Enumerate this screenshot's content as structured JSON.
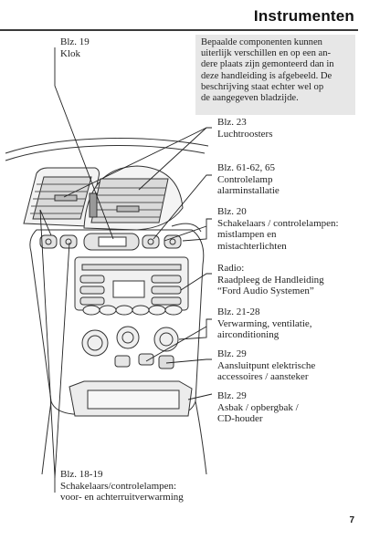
{
  "header": {
    "title": "Instrumenten"
  },
  "notice": {
    "lines": [
      "Bepaalde componenten kunnen",
      "uiterlijk verschillen en op een an-",
      "dere plaats zijn gemonteerd dan in",
      "deze handleiding is afgebeeld. De",
      "beschrijving staat echter wel op",
      "de aangegeven bladzijde."
    ]
  },
  "callouts": {
    "clock": {
      "page": "Blz. 19",
      "lines": [
        "Klok"
      ]
    },
    "vents": {
      "page": "Blz. 23",
      "lines": [
        "Luchtroosters"
      ]
    },
    "hazard": {
      "page": "Blz. 61-62, 65",
      "lines": [
        "Controlelamp",
        "alarminstallatie"
      ]
    },
    "fog": {
      "page": "Blz. 20",
      "lines": [
        "Schakelaars / controlelampen:",
        "mistlampen en",
        "mistachterlichten"
      ]
    },
    "radio": {
      "page": "Radio:",
      "lines": [
        "Raadpleeg de Handleiding",
        "“Ford Audio Systemen”"
      ]
    },
    "climate": {
      "page": "Blz. 21-28",
      "lines": [
        "Verwarming, ventilatie,",
        "airconditioning"
      ]
    },
    "socket": {
      "page": "Blz. 29",
      "lines": [
        "Aansluitpunt elektrische",
        "accessoires / aansteker"
      ]
    },
    "ashtray": {
      "page": "Blz. 29",
      "lines": [
        "Asbak / opbergbak /",
        "CD-houder"
      ]
    },
    "rear": {
      "page": "Blz. 18-19",
      "lines": [
        "Schakelaars/controlelampen:",
        "voor- en achterruitverwarming"
      ]
    }
  },
  "page_number": "7"
}
